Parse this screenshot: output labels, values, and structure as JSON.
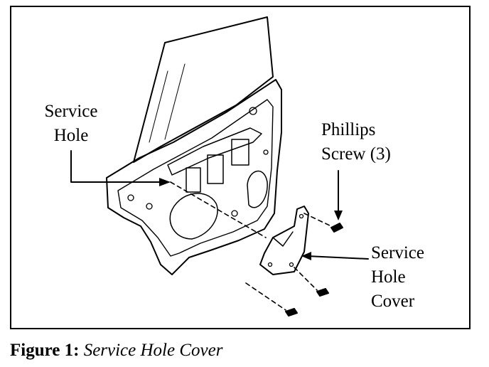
{
  "callouts": {
    "service_hole": [
      "Service",
      "Hole"
    ],
    "phillips_screw": [
      "Phillips",
      "Screw (3)"
    ],
    "service_hole_cover": [
      "Service",
      "Hole",
      "Cover"
    ]
  },
  "caption": {
    "number": "Figure 1:",
    "title": "Service Hole Cover"
  }
}
